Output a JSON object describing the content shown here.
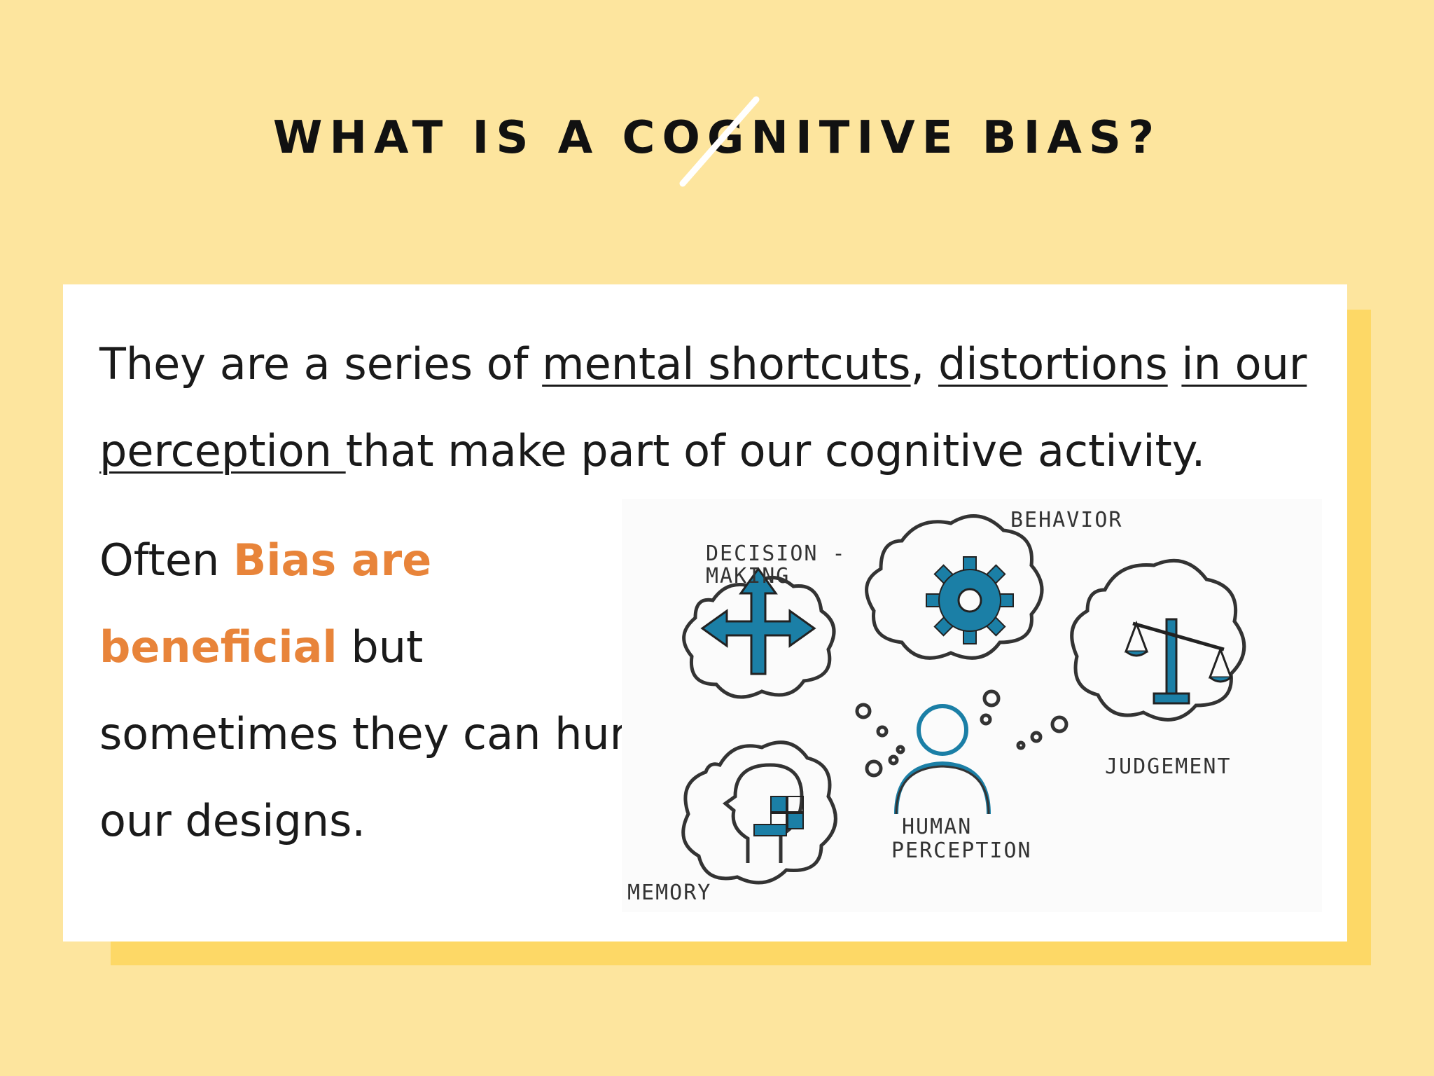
{
  "title": "WHAT IS A COGNITIVE BIAS?",
  "paragraph1": {
    "t1": "They are a series of ",
    "link1": "mental shortcuts",
    "t2": ", ",
    "link2": "distortions",
    "t3": " ",
    "link3": "in our perception ",
    "t4": "that make part of our cognitive activity."
  },
  "paragraph2": {
    "t1": "Often ",
    "highlight": "Bias are beneficial",
    "t2": " but sometimes they can hurt our designs."
  },
  "illustration": {
    "labels": {
      "behavior": "BEHAVIOR",
      "decision_1": "DECISION -",
      "decision_2": "MAKING",
      "judgement": "JUDGEMENT",
      "human_1": "HUMAN",
      "human_2": "PERCEPTION",
      "memory": "MEMORY"
    }
  },
  "colors": {
    "background": "#fde59e",
    "card_shadow": "#fdd866",
    "accent": "#e8843a",
    "icon_blue": "#1b7fa6"
  }
}
